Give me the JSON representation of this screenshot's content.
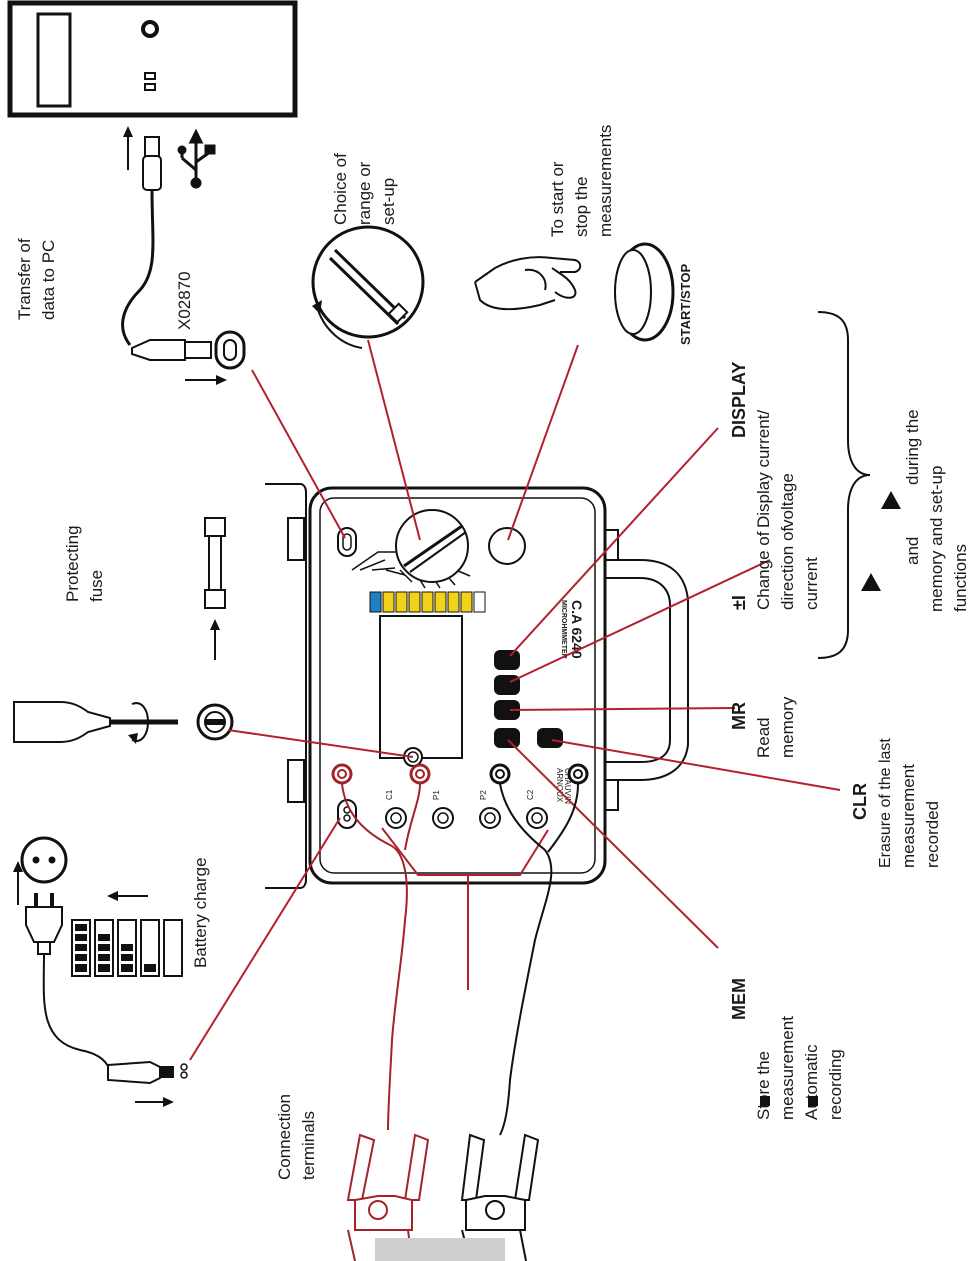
{
  "labels": {
    "transfer": [
      "Transfer of",
      "data to PC"
    ],
    "cable_ref": "X02870",
    "choice": [
      "Choice of",
      "range or",
      "set-up"
    ],
    "start_desc": [
      "To start or",
      "stop the",
      "measurements"
    ],
    "start_button": "START/STOP",
    "protecting": [
      "Protecting",
      "fuse"
    ],
    "battery": "Battery charge",
    "connection": [
      "Connection",
      "terminals"
    ],
    "display_title": "DISPLAY",
    "display_desc": [
      "Display current/",
      "voltage"
    ],
    "pm_title": "±I",
    "pm_desc": [
      "Change of",
      "direction of",
      "current"
    ],
    "arrows_desc": [
      "and",
      "during the",
      "memory and set-up",
      "functions"
    ],
    "mr_title": "MR",
    "mr_desc": [
      "Read",
      "memory"
    ],
    "clr_title": "CLR",
    "clr_desc": [
      "Erasure of the last",
      "measurement",
      "recorded"
    ],
    "mem_title": "MEM",
    "mem_items": [
      "Store the",
      "measurement",
      "Automatic",
      "recording"
    ],
    "device_name": "C.A 6240",
    "device_sub": "MICROHMMETER",
    "brand": [
      "CHAUVIN",
      "ARNOUX"
    ],
    "terminals": [
      "C1",
      "P1",
      "P2",
      "C2"
    ]
  },
  "colors": {
    "leader": "#b3202e",
    "terminal_red": "#a3232b",
    "switch_blue": "#1f7fc4",
    "switch_yellow": "#f2d31a"
  }
}
